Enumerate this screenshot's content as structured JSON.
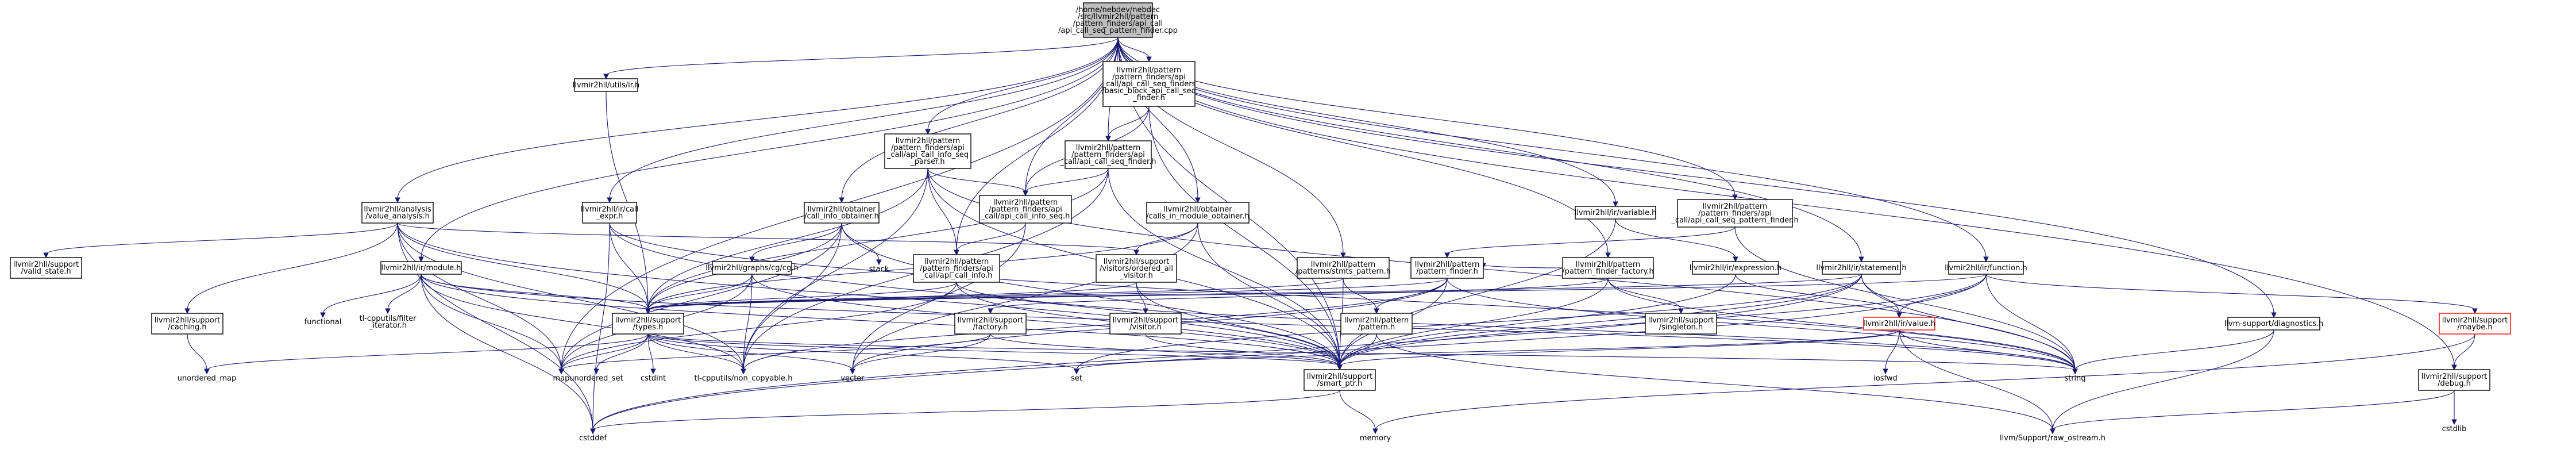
{
  "graph": {
    "root": "/home/nebdev/nebdec/src/llvmir2hll/pattern/pattern_finders/api_call/api_call_seq_pattern_finder.cpp",
    "nodes": [
      {
        "id": "root",
        "lines": [
          "/home/nebdev/nebdec",
          "/src/llvmir2hll/pattern",
          "/pattern_finders/api_call",
          "/api_call_seq_pattern_finder.cpp"
        ],
        "style": "root"
      },
      {
        "id": "utils_ir",
        "lines": [
          "llvmir2hll/utils/ir.h"
        ]
      },
      {
        "id": "basic_block",
        "lines": [
          "llvmir2hll/pattern",
          "/pattern_finders/api",
          "_call/api_call_seq_finders",
          "/basic_block_api_call_seq",
          "_finder.h"
        ]
      },
      {
        "id": "call_info_seq_parser",
        "lines": [
          "llvmir2hll/pattern",
          "/pattern_finders/api",
          "_call/api_call_info_seq",
          "_parser.h"
        ]
      },
      {
        "id": "api_call_seq_finder",
        "lines": [
          "llvmir2hll/pattern",
          "/pattern_finders/api",
          "_call/api_call_seq_finder.h"
        ]
      },
      {
        "id": "value_analysis",
        "lines": [
          "llvmir2hll/analysis",
          "/value_analysis.h"
        ]
      },
      {
        "id": "call_expr",
        "lines": [
          "llvmir2hll/ir/call",
          "_expr.h"
        ]
      },
      {
        "id": "call_info_obtainer",
        "lines": [
          "llvmir2hll/obtainer",
          "/call_info_obtainer.h"
        ]
      },
      {
        "id": "api_call_info_seq",
        "lines": [
          "llvmir2hll/pattern",
          "/pattern_finders/api",
          "_call/api_call_info_seq.h"
        ]
      },
      {
        "id": "calls_in_module",
        "lines": [
          "llvmir2hll/obtainer",
          "/calls_in_module_obtainer.h"
        ]
      },
      {
        "id": "ir_variable",
        "lines": [
          "llvmir2hll/ir/variable.h"
        ]
      },
      {
        "id": "seq_pattern_finder",
        "lines": [
          "llvmir2hll/pattern",
          "/pattern_finders/api",
          "_call/api_call_seq_pattern_finder.h"
        ]
      },
      {
        "id": "valid_state",
        "lines": [
          "llvmir2hll/support",
          "/valid_state.h"
        ]
      },
      {
        "id": "ir_module",
        "lines": [
          "llvmir2hll/ir/module.h"
        ]
      },
      {
        "id": "cg_h",
        "lines": [
          "llvmir2hll/graphs/cg/cg.h"
        ]
      },
      {
        "id": "stack",
        "lines": [
          "stack"
        ],
        "plain": true
      },
      {
        "id": "api_call_info",
        "lines": [
          "llvmir2hll/pattern",
          "/pattern_finders/api",
          "_call/api_call_info.h"
        ]
      },
      {
        "id": "ordered_all_visitor",
        "lines": [
          "llvmir2hll/support",
          "/visitors/ordered_all",
          "_visitor.h"
        ]
      },
      {
        "id": "pattern_finder",
        "lines": [
          "llvmir2hll/pattern",
          "/pattern_finder.h"
        ]
      },
      {
        "id": "stmts_pattern",
        "lines": [
          "llvmir2hll/pattern",
          "/patterns/stmts_pattern.h"
        ]
      },
      {
        "id": "pattern_finder_factory",
        "lines": [
          "llvmir2hll/pattern",
          "/pattern_finder_factory.h"
        ]
      },
      {
        "id": "ir_expression",
        "lines": [
          "llvmir2hll/ir/expression.h"
        ]
      },
      {
        "id": "ir_statement",
        "lines": [
          "llvmir2hll/ir/statement.h"
        ]
      },
      {
        "id": "ir_function",
        "lines": [
          "llvmir2hll/ir/function.h"
        ]
      },
      {
        "id": "caching",
        "lines": [
          "llvmir2hll/support",
          "/caching.h"
        ]
      },
      {
        "id": "functional",
        "lines": [
          "functional"
        ],
        "plain": true
      },
      {
        "id": "filter_iterator",
        "lines": [
          "tl-cpputils/filter",
          "_iterator.h"
        ],
        "plain": true
      },
      {
        "id": "types",
        "lines": [
          "llvmir2hll/support",
          "/types.h"
        ]
      },
      {
        "id": "factory",
        "lines": [
          "llvmir2hll/support",
          "/factory.h"
        ]
      },
      {
        "id": "visitor",
        "lines": [
          "llvmir2hll/support",
          "/visitor.h"
        ]
      },
      {
        "id": "pattern_h",
        "lines": [
          "llvmir2hll/pattern",
          "/pattern.h"
        ]
      },
      {
        "id": "singleton",
        "lines": [
          "llvmir2hll/support",
          "/singleton.h"
        ]
      },
      {
        "id": "ir_value",
        "lines": [
          "llvmir2hll/ir/value.h"
        ],
        "style": "red"
      },
      {
        "id": "diagnostics",
        "lines": [
          "llvm-support/diagnostics.h"
        ]
      },
      {
        "id": "maybe",
        "lines": [
          "llvmir2hll/support",
          "/maybe.h"
        ],
        "style": "red"
      },
      {
        "id": "unordered_map",
        "lines": [
          "unordered_map"
        ],
        "plain": true
      },
      {
        "id": "unordered_set",
        "lines": [
          "unordered_set"
        ],
        "plain": true
      },
      {
        "id": "cstdint",
        "lines": [
          "cstdint"
        ],
        "plain": true
      },
      {
        "id": "map",
        "lines": [
          "map"
        ],
        "plain": true
      },
      {
        "id": "non_copyable",
        "lines": [
          "tl-cpputils/non_copyable.h"
        ],
        "plain": true
      },
      {
        "id": "vector",
        "lines": [
          "vector"
        ],
        "plain": true
      },
      {
        "id": "set",
        "lines": [
          "set"
        ],
        "plain": true
      },
      {
        "id": "smart_ptr",
        "lines": [
          "llvmir2hll/support",
          "/smart_ptr.h"
        ]
      },
      {
        "id": "iosfwd",
        "lines": [
          "iosfwd"
        ],
        "plain": true
      },
      {
        "id": "string",
        "lines": [
          "string"
        ],
        "plain": true
      },
      {
        "id": "debug",
        "lines": [
          "llvmir2hll/support",
          "/debug.h"
        ]
      },
      {
        "id": "cstdlib",
        "lines": [
          "cstdlib"
        ],
        "plain": true
      },
      {
        "id": "cstddef",
        "lines": [
          "cstddef"
        ],
        "plain": true
      },
      {
        "id": "memory",
        "lines": [
          "memory"
        ],
        "plain": true
      },
      {
        "id": "raw_ostream",
        "lines": [
          "llvm/Support/raw_ostream.h"
        ],
        "plain": true
      }
    ],
    "edges": [
      [
        "root",
        "utils_ir"
      ],
      [
        "root",
        "basic_block"
      ],
      [
        "root",
        "call_info_seq_parser"
      ],
      [
        "root",
        "api_call_seq_finder"
      ],
      [
        "root",
        "value_analysis"
      ],
      [
        "root",
        "call_expr"
      ],
      [
        "root",
        "call_info_obtainer"
      ],
      [
        "root",
        "api_call_info_seq"
      ],
      [
        "root",
        "calls_in_module"
      ],
      [
        "root",
        "ir_variable"
      ],
      [
        "root",
        "seq_pattern_finder"
      ],
      [
        "root",
        "ir_module"
      ],
      [
        "root",
        "api_call_info"
      ],
      [
        "root",
        "stmts_pattern"
      ],
      [
        "root",
        "pattern_finder_factory"
      ],
      [
        "root",
        "ir_statement"
      ],
      [
        "root",
        "ir_function"
      ],
      [
        "root",
        "diagnostics"
      ],
      [
        "root",
        "debug"
      ],
      [
        "root",
        "map"
      ],
      [
        "root",
        "smart_ptr"
      ],
      [
        "utils_ir",
        "types"
      ],
      [
        "basic_block",
        "api_call_seq_finder"
      ],
      [
        "basic_block",
        "api_call_info_seq"
      ],
      [
        "basic_block",
        "smart_ptr"
      ],
      [
        "call_info_seq_parser",
        "api_call_info_seq"
      ],
      [
        "call_info_seq_parser",
        "api_call_info"
      ],
      [
        "call_info_seq_parser",
        "types"
      ],
      [
        "call_info_seq_parser",
        "smart_ptr"
      ],
      [
        "call_info_seq_parser",
        "string"
      ],
      [
        "call_info_seq_parser",
        "non_copyable"
      ],
      [
        "api_call_seq_finder",
        "api_call_info_seq"
      ],
      [
        "api_call_seq_finder",
        "types"
      ],
      [
        "api_call_seq_finder",
        "smart_ptr"
      ],
      [
        "api_call_seq_finder",
        "non_copyable"
      ],
      [
        "value_analysis",
        "valid_state"
      ],
      [
        "value_analysis",
        "caching"
      ],
      [
        "value_analysis",
        "types"
      ],
      [
        "value_analysis",
        "ordered_all_visitor"
      ],
      [
        "value_analysis",
        "smart_ptr"
      ],
      [
        "value_analysis",
        "non_copyable"
      ],
      [
        "value_analysis",
        "cstddef"
      ],
      [
        "value_analysis",
        "map"
      ],
      [
        "call_expr",
        "types"
      ],
      [
        "call_expr",
        "smart_ptr"
      ],
      [
        "call_expr",
        "cstddef"
      ],
      [
        "call_expr",
        "string"
      ],
      [
        "call_info_obtainer",
        "cg_h"
      ],
      [
        "call_info_obtainer",
        "stack"
      ],
      [
        "call_info_obtainer",
        "types"
      ],
      [
        "call_info_obtainer",
        "smart_ptr"
      ],
      [
        "call_info_obtainer",
        "non_copyable"
      ],
      [
        "call_info_obtainer",
        "map"
      ],
      [
        "api_call_info_seq",
        "api_call_info"
      ],
      [
        "api_call_info_seq",
        "vector"
      ],
      [
        "calls_in_module",
        "ordered_all_visitor"
      ],
      [
        "calls_in_module",
        "types"
      ],
      [
        "calls_in_module",
        "smart_ptr"
      ],
      [
        "calls_in_module",
        "vector"
      ],
      [
        "ir_variable",
        "ir_expression"
      ],
      [
        "ir_variable",
        "smart_ptr"
      ],
      [
        "seq_pattern_finder",
        "pattern_finder"
      ],
      [
        "seq_pattern_finder",
        "string"
      ],
      [
        "ir_module",
        "types"
      ],
      [
        "ir_module",
        "functional"
      ],
      [
        "ir_module",
        "filter_iterator"
      ],
      [
        "ir_module",
        "map"
      ],
      [
        "ir_module",
        "smart_ptr"
      ],
      [
        "ir_module",
        "non_copyable"
      ],
      [
        "ir_module",
        "string"
      ],
      [
        "ir_module",
        "cstddef"
      ],
      [
        "cg_h",
        "types"
      ],
      [
        "cg_h",
        "smart_ptr"
      ],
      [
        "cg_h",
        "non_copyable"
      ],
      [
        "cg_h",
        "map"
      ],
      [
        "api_call_info",
        "types"
      ],
      [
        "api_call_info",
        "smart_ptr"
      ],
      [
        "api_call_info",
        "map"
      ],
      [
        "api_call_info",
        "string"
      ],
      [
        "ordered_all_visitor",
        "visitor"
      ],
      [
        "ordered_all_visitor",
        "smart_ptr"
      ],
      [
        "ordered_all_visitor",
        "types"
      ],
      [
        "pattern_finder",
        "pattern_h"
      ],
      [
        "pattern_finder",
        "types"
      ],
      [
        "pattern_finder",
        "smart_ptr"
      ],
      [
        "pattern_finder",
        "string"
      ],
      [
        "pattern_finder",
        "non_copyable"
      ],
      [
        "pattern_finder",
        "vector"
      ],
      [
        "stmts_pattern",
        "pattern_h"
      ],
      [
        "stmts_pattern",
        "types"
      ],
      [
        "stmts_pattern",
        "smart_ptr"
      ],
      [
        "pattern_finder_factory",
        "factory"
      ],
      [
        "pattern_finder_factory",
        "singleton"
      ],
      [
        "pattern_finder_factory",
        "pattern_finder"
      ],
      [
        "pattern_finder_factory",
        "smart_ptr"
      ],
      [
        "pattern_finder_factory",
        "string"
      ],
      [
        "ir_expression",
        "ir_value"
      ],
      [
        "ir_expression",
        "smart_ptr"
      ],
      [
        "ir_statement",
        "ir_value"
      ],
      [
        "ir_statement",
        "smart_ptr"
      ],
      [
        "ir_statement",
        "types"
      ],
      [
        "ir_statement",
        "string"
      ],
      [
        "ir_statement",
        "cstddef"
      ],
      [
        "ir_statement",
        "set"
      ],
      [
        "ir_function",
        "ir_value"
      ],
      [
        "ir_function",
        "maybe"
      ],
      [
        "ir_function",
        "smart_ptr"
      ],
      [
        "ir_function",
        "string"
      ],
      [
        "ir_function",
        "types"
      ],
      [
        "ir_function",
        "cstddef"
      ],
      [
        "caching",
        "unordered_map"
      ],
      [
        "types",
        "unordered_map"
      ],
      [
        "types",
        "unordered_set"
      ],
      [
        "types",
        "cstdint"
      ],
      [
        "types",
        "map"
      ],
      [
        "types",
        "non_copyable"
      ],
      [
        "types",
        "vector"
      ],
      [
        "types",
        "set"
      ],
      [
        "types",
        "smart_ptr"
      ],
      [
        "types",
        "string"
      ],
      [
        "factory",
        "map"
      ],
      [
        "factory",
        "vector"
      ],
      [
        "factory",
        "smart_ptr"
      ],
      [
        "visitor",
        "smart_ptr"
      ],
      [
        "pattern_h",
        "smart_ptr"
      ],
      [
        "pattern_h",
        "raw_ostream"
      ],
      [
        "ir_value",
        "iosfwd"
      ],
      [
        "ir_value",
        "smart_ptr"
      ],
      [
        "ir_value",
        "string"
      ],
      [
        "ir_value",
        "raw_ostream"
      ],
      [
        "ir_value",
        "set"
      ],
      [
        "diagnostics",
        "raw_ostream"
      ],
      [
        "diagnostics",
        "string"
      ],
      [
        "maybe",
        "debug"
      ],
      [
        "maybe",
        "memory"
      ],
      [
        "smart_ptr",
        "cstddef"
      ],
      [
        "smart_ptr",
        "memory"
      ],
      [
        "debug",
        "cstdlib"
      ],
      [
        "debug",
        "raw_ostream"
      ]
    ]
  }
}
